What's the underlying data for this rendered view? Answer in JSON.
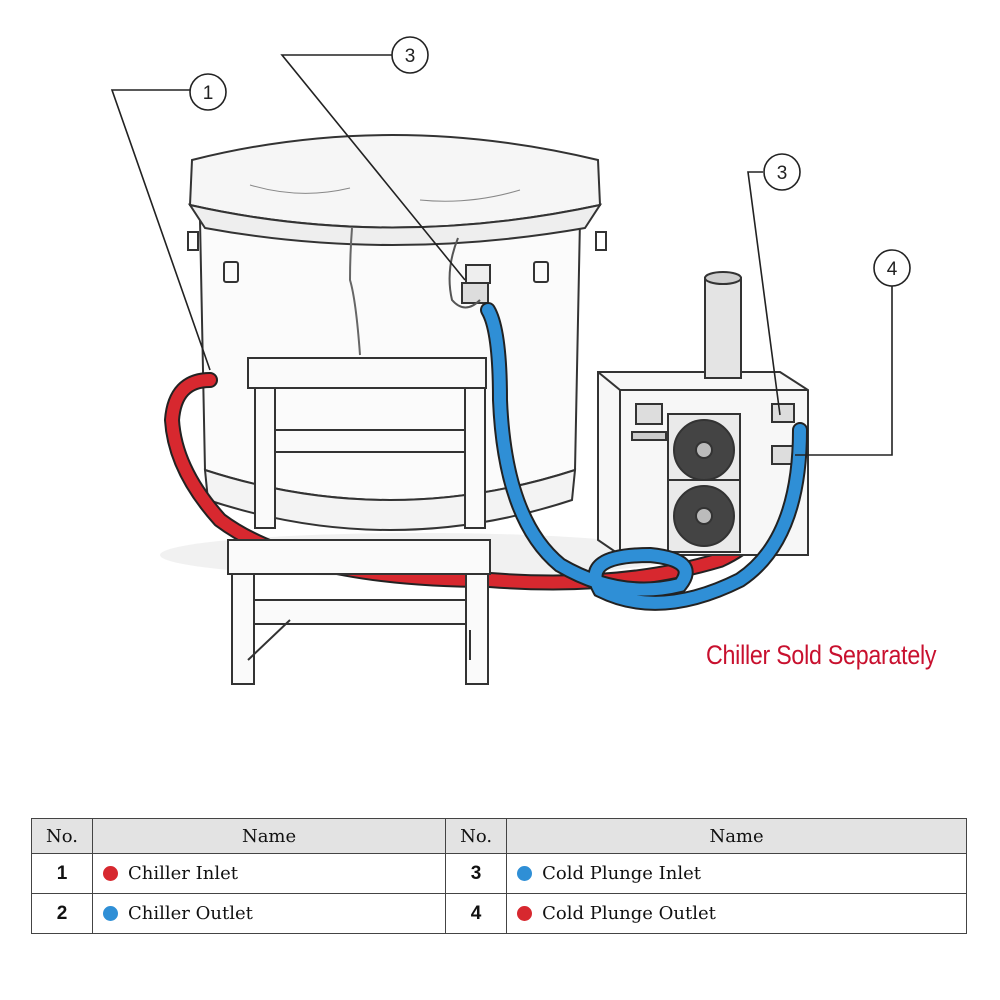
{
  "callouts": [
    "1",
    "3",
    "3",
    "4"
  ],
  "note": "Chiller Sold Separately",
  "colors": {
    "red": "#d7282f",
    "blue": "#2f8fd6",
    "note": "#c8102e"
  },
  "legend": {
    "headers": {
      "no": "No.",
      "name": "Name"
    },
    "rows": [
      {
        "left": {
          "no": "1",
          "name": "Chiller Inlet",
          "color": "#d7282f"
        },
        "right": {
          "no": "3",
          "name": "Cold Plunge Inlet",
          "color": "#2f8fd6"
        }
      },
      {
        "left": {
          "no": "2",
          "name": "Chiller Outlet",
          "color": "#2f8fd6"
        },
        "right": {
          "no": "4",
          "name": "Cold Plunge Outlet",
          "color": "#d7282f"
        }
      }
    ]
  }
}
